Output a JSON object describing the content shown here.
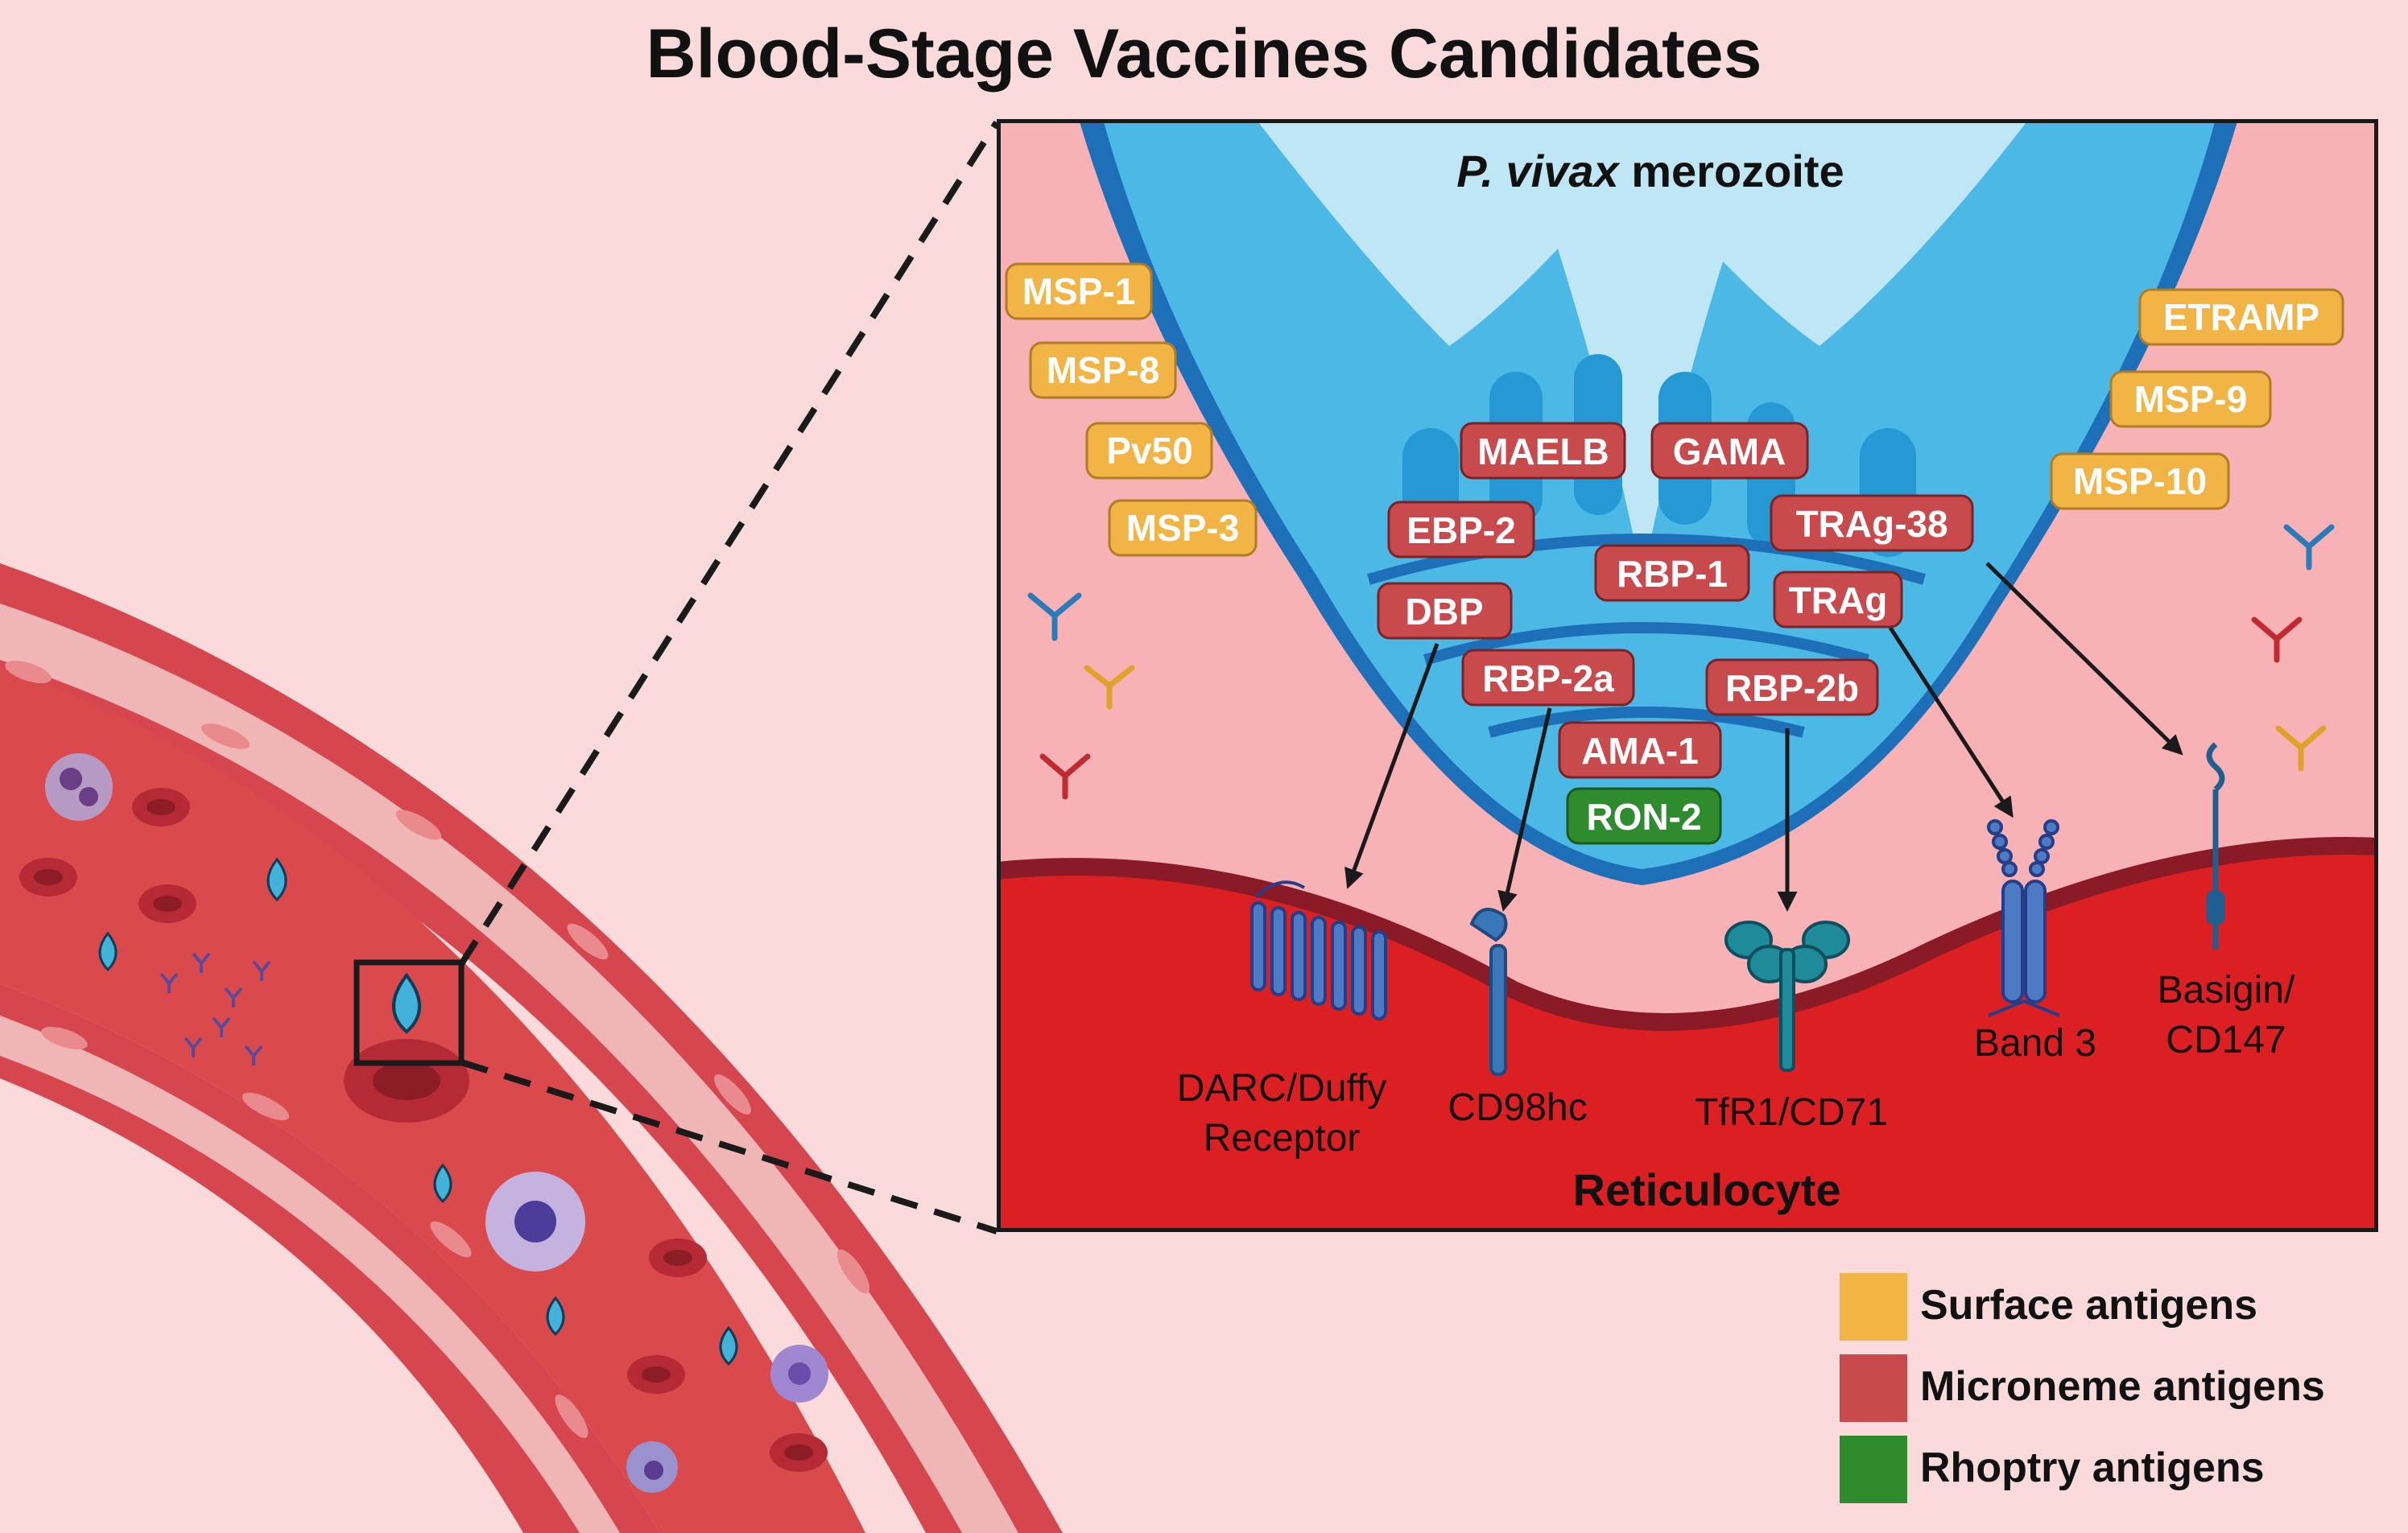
{
  "title": "Blood-Stage Vaccines Candidates",
  "merozoite_label": {
    "italic": "P. vivax",
    "rest": " merozoite"
  },
  "reticulocyte_label": "Reticulocyte",
  "colors": {
    "surface": "#f2b444",
    "microneme": "#c94a4c",
    "rhoptry": "#2e8b2e",
    "background": "#fbdadb",
    "reticulocyte": "#dc1f22",
    "merozoite": "#4cb8e6"
  },
  "antigens": {
    "surface_left": [
      "MSP-1",
      "MSP-8",
      "Pv50",
      "MSP-3"
    ],
    "surface_right": [
      "ETRAMP",
      "MSP-9",
      "MSP-10"
    ],
    "microneme": [
      "MAELB",
      "GAMA",
      "EBP-2",
      "TRAg-38",
      "RBP-1",
      "DBP",
      "TRAg",
      "RBP-2a",
      "RBP-2b",
      "AMA-1"
    ],
    "rhoptry": [
      "RON-2"
    ]
  },
  "receptors": {
    "darc": [
      "DARC/Duffy",
      "Receptor"
    ],
    "cd98": "CD98hc",
    "tfr1": "TfR1/CD71",
    "band3": "Band 3",
    "basigin": [
      "Basigin/",
      "CD147"
    ]
  },
  "legend": [
    {
      "label": "Surface antigens",
      "color": "#f2b444"
    },
    {
      "label": "Microneme antigens",
      "color": "#c94a4c"
    },
    {
      "label": "Rhoptry antigens",
      "color": "#2e8b2e"
    }
  ]
}
